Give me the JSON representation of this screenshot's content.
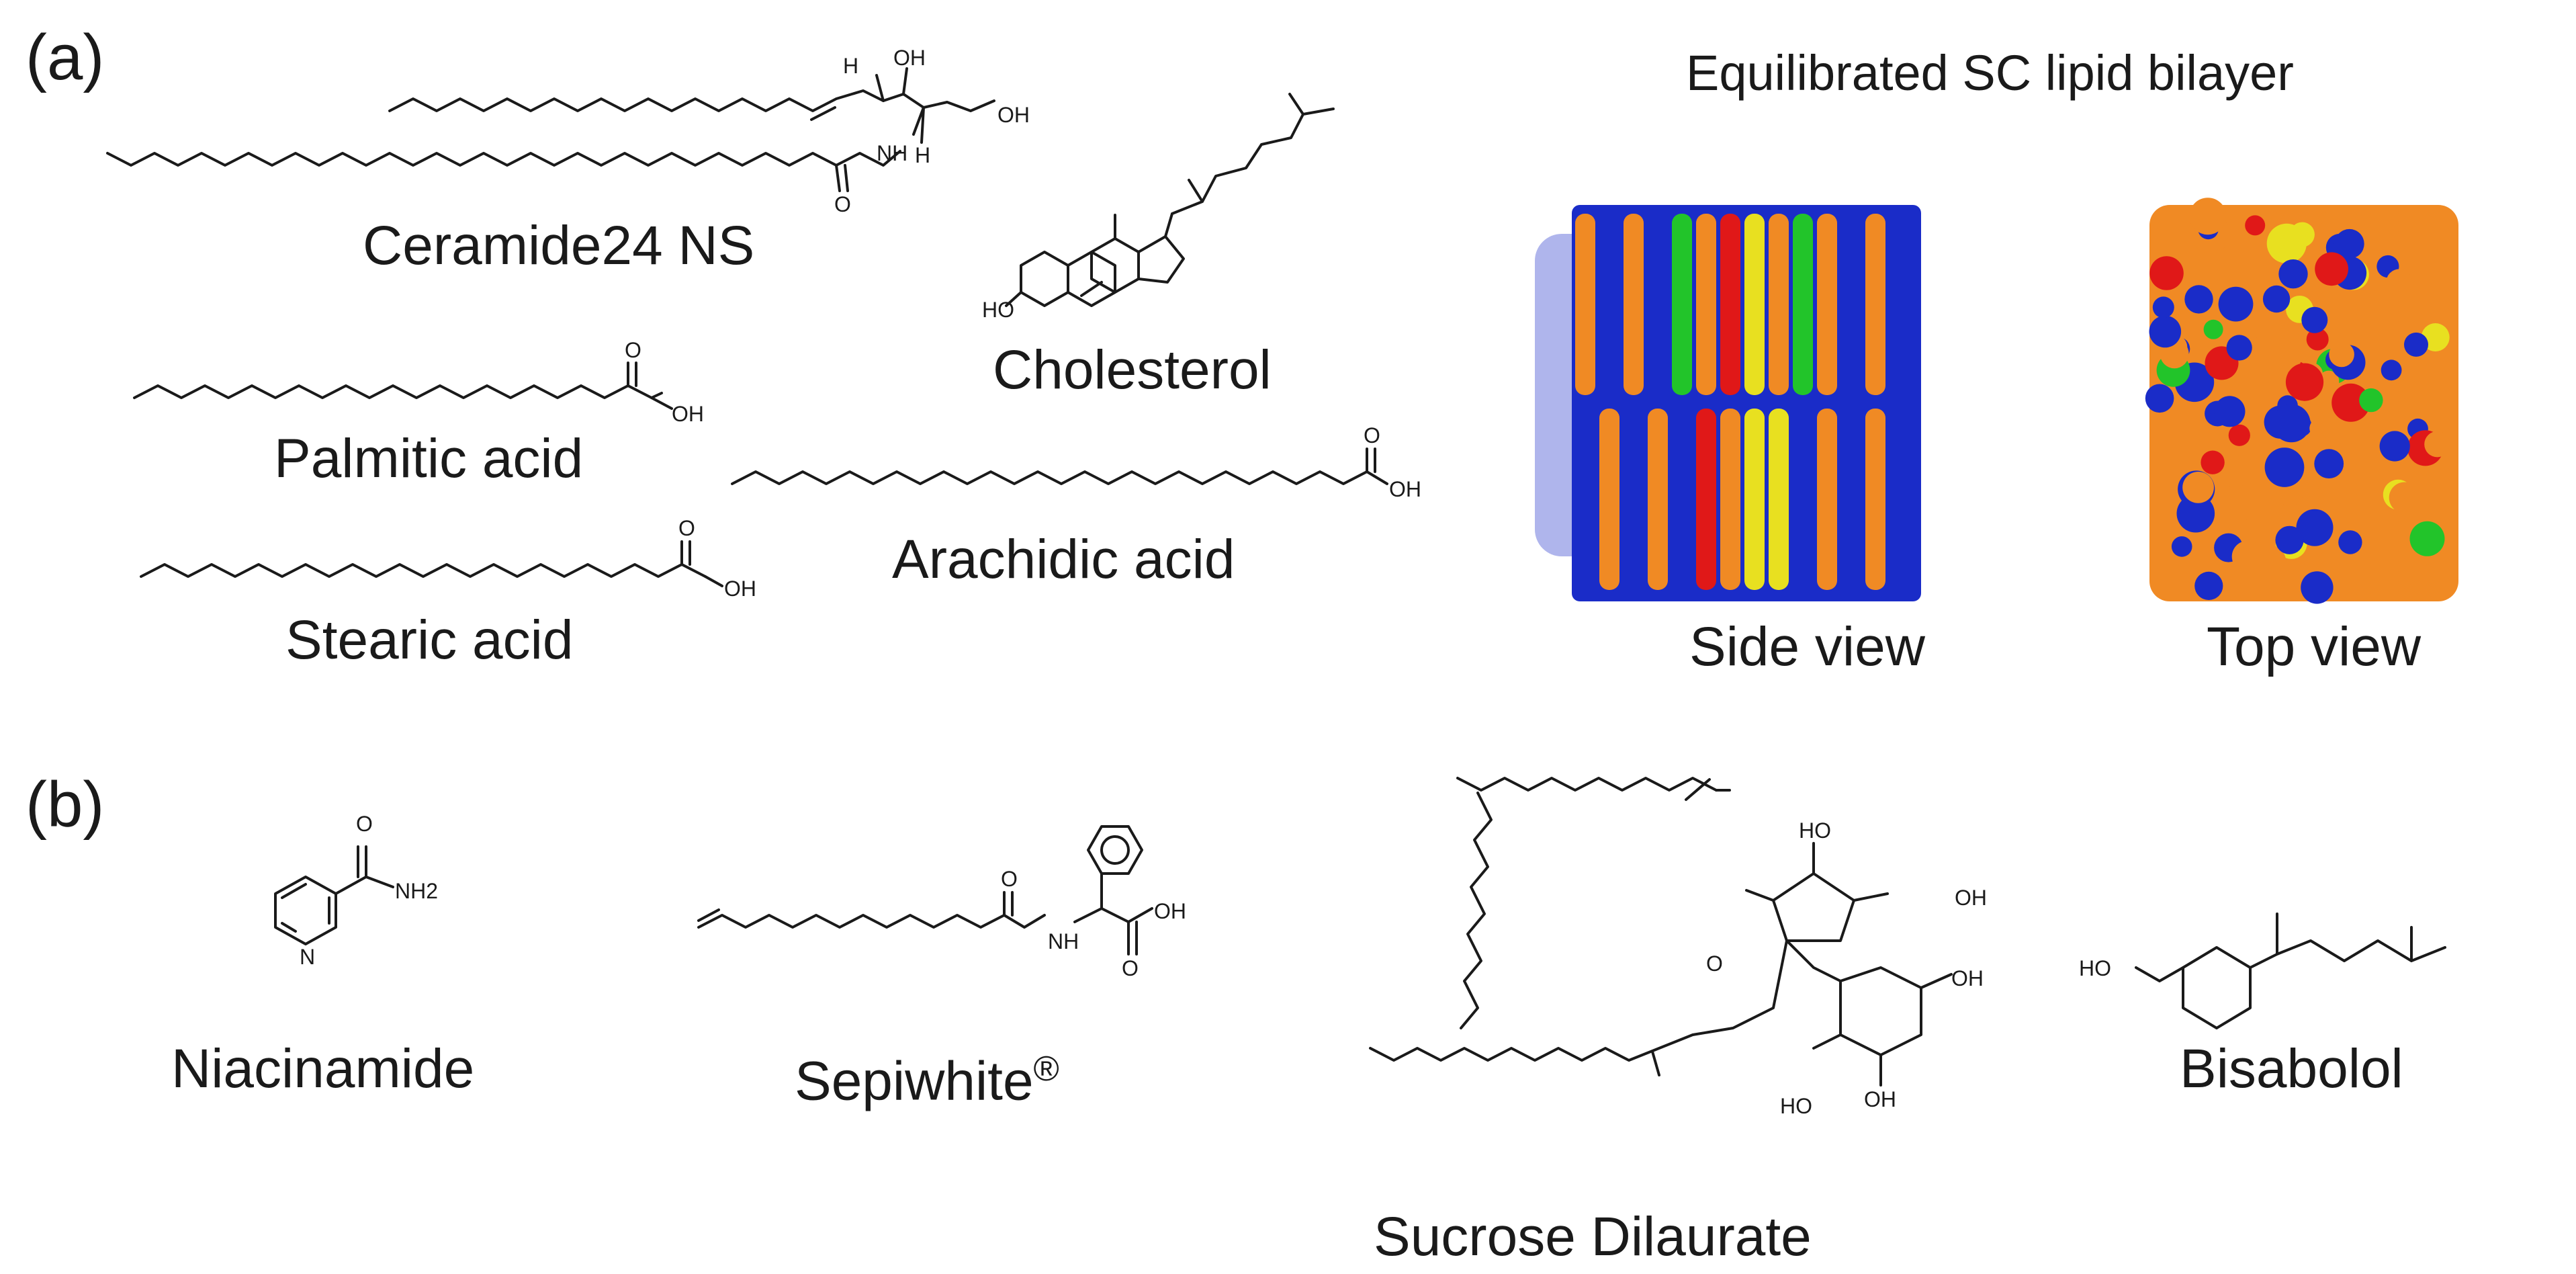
{
  "panel_a": {
    "label": "(a)",
    "molecules": {
      "ceramide": "Ceramide24 NS",
      "cholesterol": "Cholesterol",
      "palmitic": "Palmitic acid",
      "stearic": "Stearic acid",
      "arachidic": "Arachidic acid"
    },
    "bilayer": {
      "title": "Equilibrated SC lipid bilayer",
      "side_view": "Side view",
      "top_view": "Top view",
      "colors": [
        "#1a2cc8",
        "#f08a24",
        "#e8e020",
        "#22c42a",
        "#e01818"
      ]
    }
  },
  "panel_b": {
    "label": "(b)",
    "molecules": {
      "niacinamide": "Niacinamide",
      "sepiwhite": "Sepiwhite",
      "sepiwhite_mark": "®",
      "sucrose": "Sucrose Dilaurate",
      "bisabolol": "Bisabolol"
    }
  },
  "atoms": {
    "oh": "OH",
    "ho": "HO",
    "o": "O",
    "h": "H",
    "nh": "NH",
    "nh2": "NH2",
    "n": "N"
  }
}
